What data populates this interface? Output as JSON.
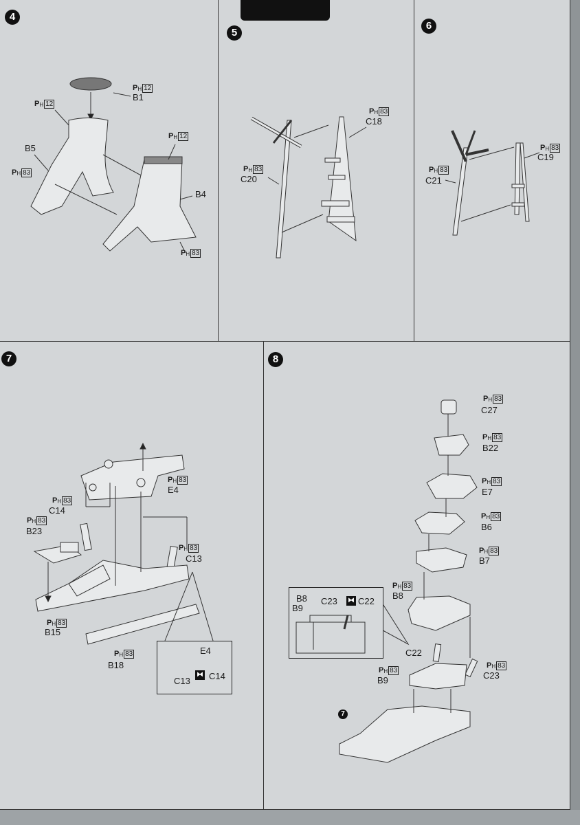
{
  "steps": {
    "s4": {
      "number": "4",
      "callouts": [
        {
          "paint": "12",
          "part": "B1"
        },
        {
          "paint": "12",
          "part": ""
        },
        {
          "paint": "12",
          "part": ""
        },
        {
          "paint": "",
          "part": "B5"
        },
        {
          "paint": "83",
          "part": ""
        },
        {
          "paint": "",
          "part": "B4"
        },
        {
          "paint": "83",
          "part": ""
        }
      ]
    },
    "s5": {
      "number": "5",
      "callouts": [
        {
          "paint": "83",
          "part": "C18"
        },
        {
          "paint": "83",
          "part": "C20"
        }
      ]
    },
    "s6": {
      "number": "6",
      "callouts": [
        {
          "paint": "83",
          "part": "C19"
        },
        {
          "paint": "83",
          "part": "C21"
        }
      ]
    },
    "s7": {
      "number": "7",
      "callouts": [
        {
          "paint": "83",
          "part": "E4"
        },
        {
          "paint": "83",
          "part": "C14"
        },
        {
          "paint": "83",
          "part": "B23"
        },
        {
          "paint": "83",
          "part": "C13"
        },
        {
          "paint": "83",
          "part": "B15"
        },
        {
          "paint": "83",
          "part": "B18"
        }
      ],
      "inset": {
        "top": "E4",
        "left": "C13",
        "right": "C14",
        "symbol": "glue-symbol"
      }
    },
    "s8": {
      "number": "8",
      "callouts": [
        {
          "paint": "83",
          "part": "C27"
        },
        {
          "paint": "83",
          "part": "B22"
        },
        {
          "paint": "83",
          "part": "E7"
        },
        {
          "paint": "83",
          "part": "B6"
        },
        {
          "paint": "83",
          "part": "B7"
        },
        {
          "paint": "83",
          "part": "B8"
        },
        {
          "paint": "",
          "part": "C22"
        },
        {
          "paint": "83",
          "part": "C23"
        },
        {
          "paint": "83",
          "part": "B9"
        }
      ],
      "inset": {
        "a": "B8",
        "b": "B9",
        "left": "C23",
        "right": "C22"
      },
      "ref_step": "7"
    }
  },
  "paint_prefix": "P",
  "paint_sub": "H"
}
